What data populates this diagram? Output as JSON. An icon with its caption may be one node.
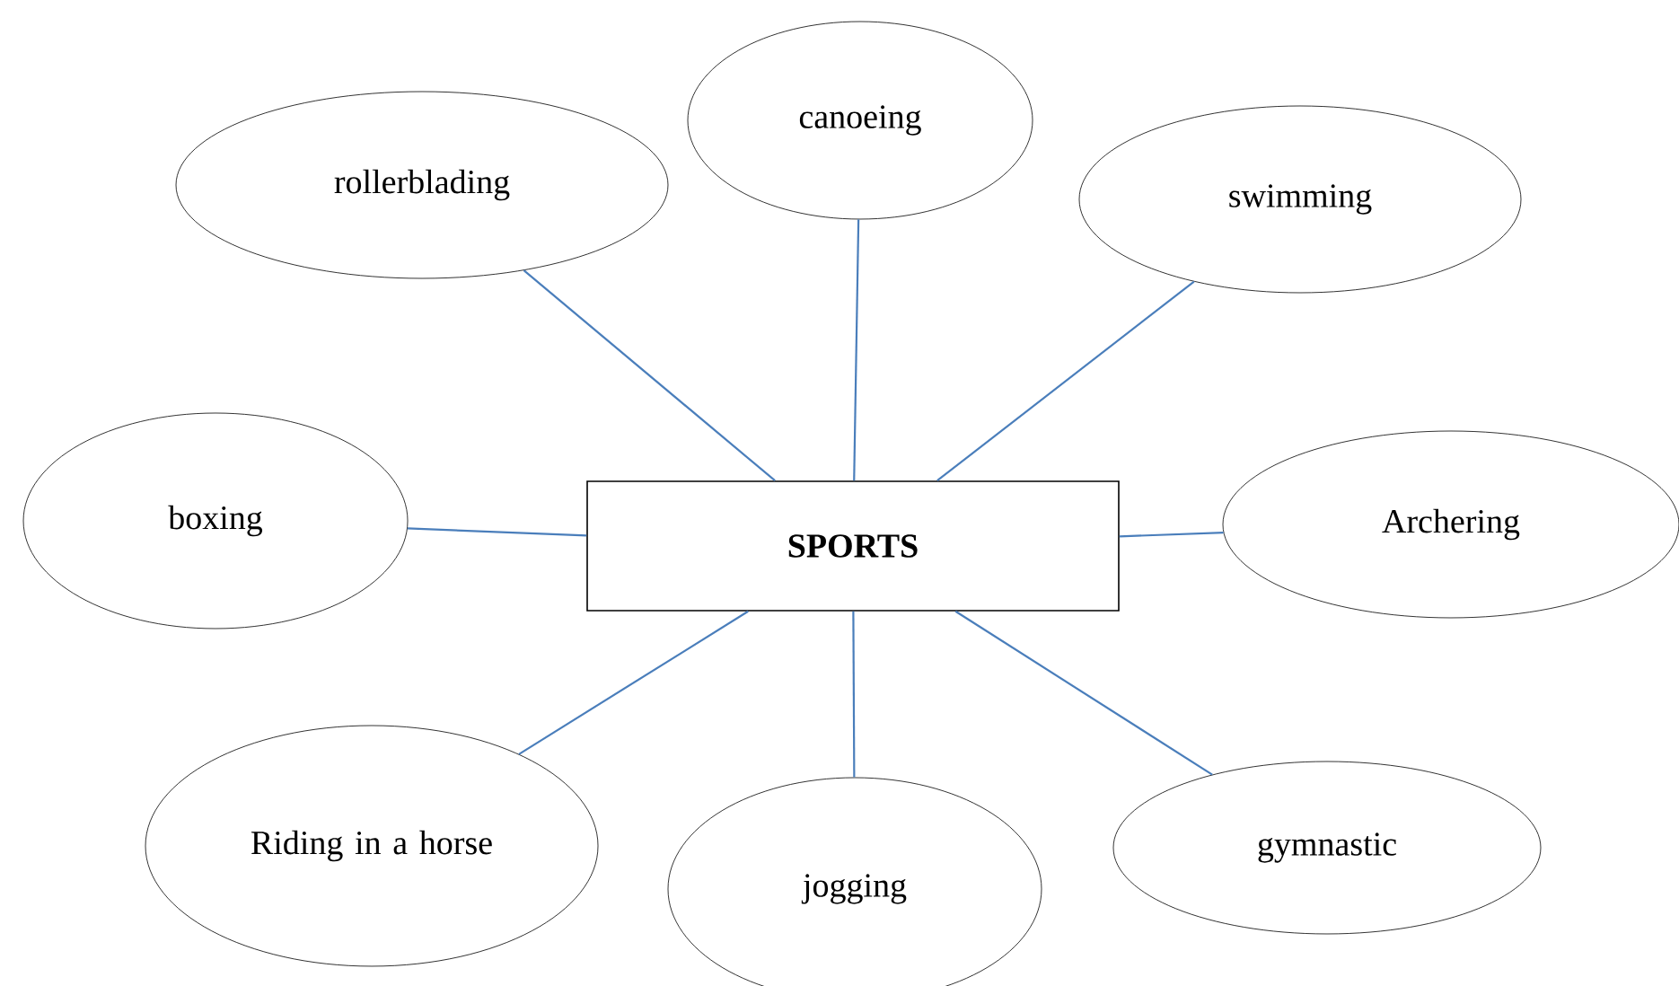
{
  "diagram": {
    "nodes": [
      {
        "text": [
          "SPORTS"
        ]
      },
      {
        "text": [
          "rollerblading"
        ]
      },
      {
        "text": [
          "canoeing"
        ]
      },
      {
        "text": [
          "swimming"
        ]
      },
      {
        "text": [
          "boxing"
        ]
      },
      {
        "text": [
          "Archering"
        ]
      },
      {
        "text": [
          "Riding in a horse"
        ]
      },
      {
        "text": [
          "jogging"
        ]
      },
      {
        "text": [
          "gymnastic"
        ]
      }
    ],
    "edges": [
      {
        "from": 0,
        "to": 1,
        "arrow": "none"
      },
      {
        "from": 0,
        "to": 2,
        "arrow": "none"
      },
      {
        "from": 0,
        "to": 3,
        "arrow": "none"
      },
      {
        "from": 0,
        "to": 4,
        "arrow": "none"
      },
      {
        "from": 0,
        "to": 5,
        "arrow": "none"
      },
      {
        "from": 0,
        "to": 6,
        "arrow": "none"
      },
      {
        "from": 0,
        "to": 7,
        "arrow": "none"
      },
      {
        "from": 0,
        "to": 8,
        "arrow": "none"
      }
    ]
  }
}
